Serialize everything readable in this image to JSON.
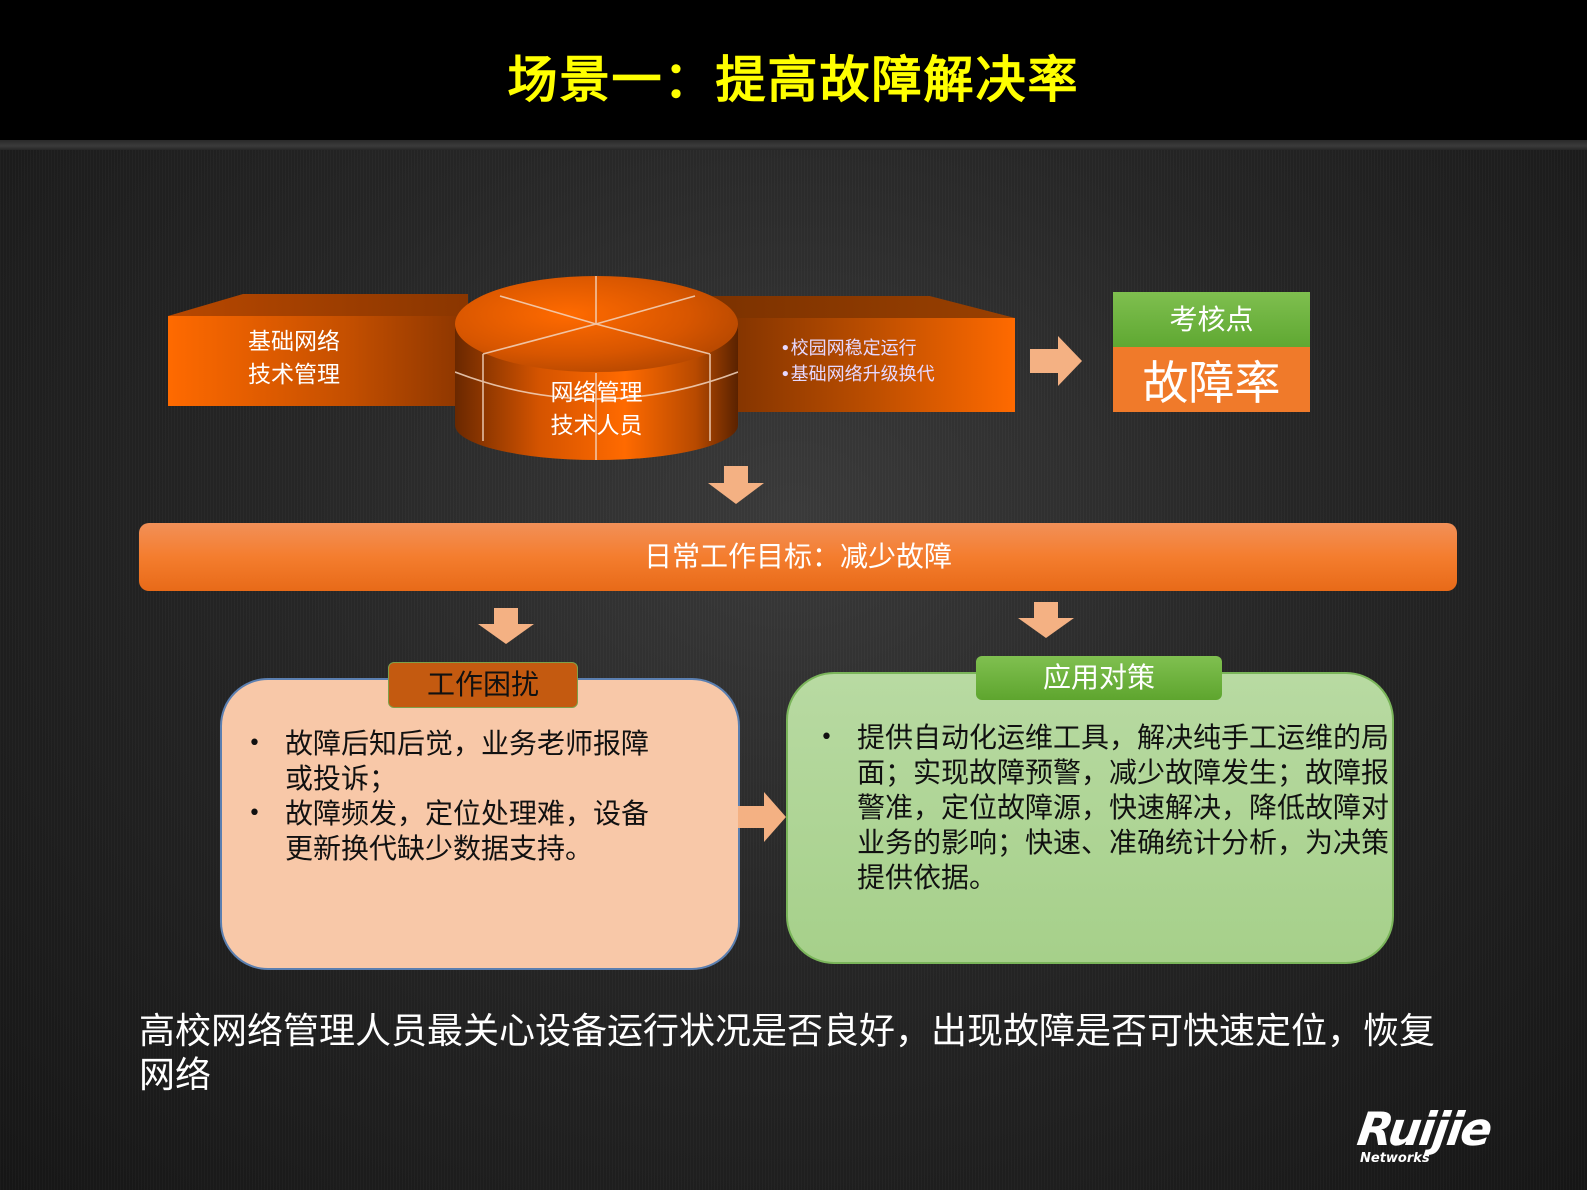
{
  "slide": {
    "title": "场景一：提高故障解决率",
    "colors": {
      "title": "#ffff00",
      "orange": "#ff6a00",
      "arrow": "#f4b183",
      "green": "#70ad47",
      "panel_left_bg": "#f8c8a8",
      "panel_right_bg": "#a9d18e"
    }
  },
  "diagram": {
    "left_slab_text": [
      "基础网络",
      "技术管理"
    ],
    "cylinder_text": [
      "网络管理",
      "技术人员"
    ],
    "right_slab_items": [
      "•校园网稳定运行",
      "•基础网络升级换代"
    ],
    "kpi": {
      "label": "考核点",
      "value": "故障率"
    },
    "goal_bar": "日常工作目标：减少故障",
    "left_panel": {
      "tag": "工作困扰",
      "items": [
        "故障后知后觉，业务老师报障或投诉；",
        "故障频发，定位处理难，设备更新换代缺少数据支持。"
      ]
    },
    "right_panel": {
      "tag": "应用对策",
      "items": [
        "提供自动化运维工具，解决纯手工运维的局面；实现故障预警，减少故障发生；故障报警准，定位故障源，快速解决，降低故障对业务的影响；快速、准确统计分析，为决策提供依据。"
      ]
    }
  },
  "footer": {
    "summary": "高校网络管理人员最关心设备运行状况是否良好，出现故障是否可快速定位，恢复网络",
    "logo_main": "Ruijie",
    "logo_sub": "Networks"
  }
}
